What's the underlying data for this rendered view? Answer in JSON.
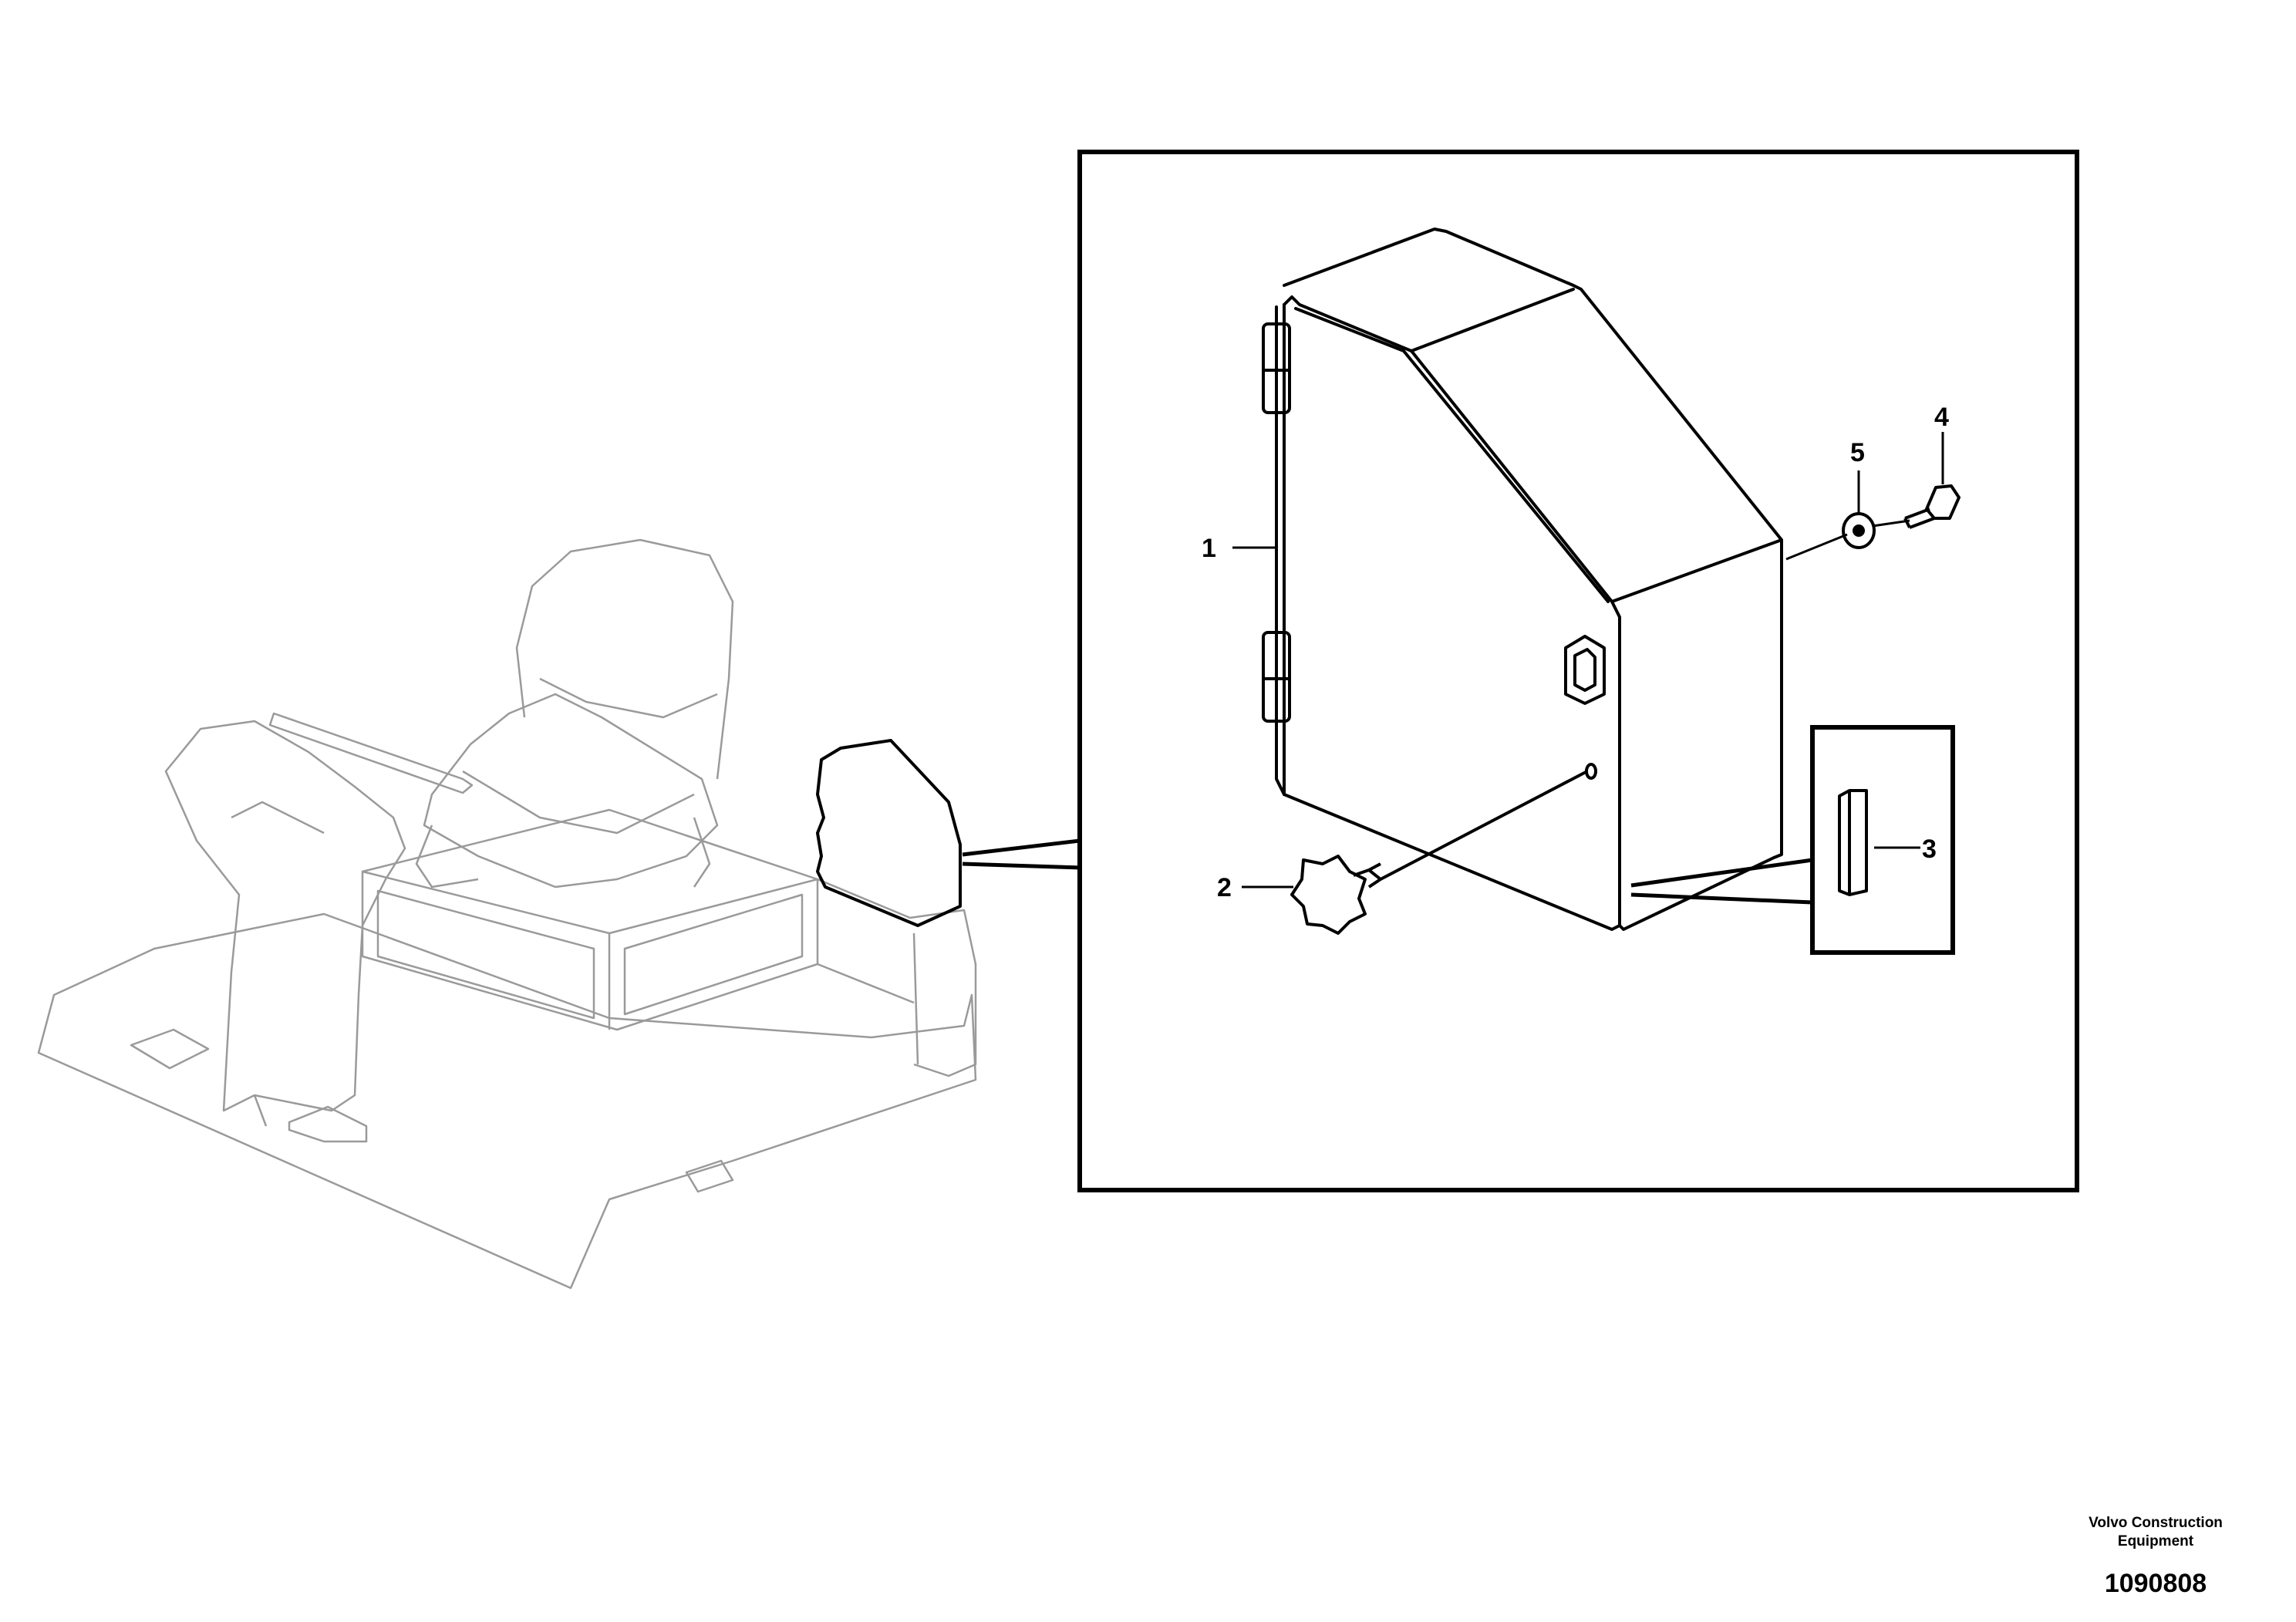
{
  "callouts": {
    "c1": "1",
    "c2": "2",
    "c3": "3",
    "c4": "4",
    "c5": "5"
  },
  "footer": {
    "company_line1": "Volvo Construction",
    "company_line2": "Equipment",
    "drawing_number": "1090808"
  },
  "colors": {
    "line": "#000000",
    "context_line": "#9a9a9a",
    "background": "#ffffff"
  }
}
